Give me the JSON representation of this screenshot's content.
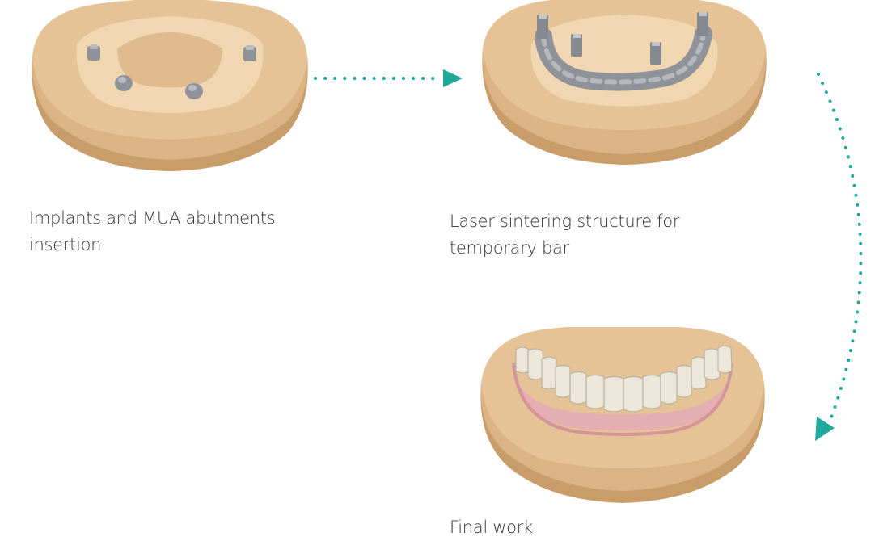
{
  "steps": [
    {
      "lines": [
        "Implants and MUA abutments",
        "insertion"
      ]
    },
    {
      "lines": [
        "Laser sintering structure for",
        "temporary bar"
      ]
    },
    {
      "lines": [
        "Final work"
      ]
    }
  ],
  "colors": {
    "plaster": "#e6c396",
    "plaster_light": "#f1d7b1",
    "plaster_dark": "#c99d6a",
    "plaster_shadow": "#b88a58",
    "metal": "#8f9399",
    "gum": "#e5aeb0",
    "tooth": "#ece7d8",
    "arrow": "#1fa99a",
    "text": "#333333"
  }
}
